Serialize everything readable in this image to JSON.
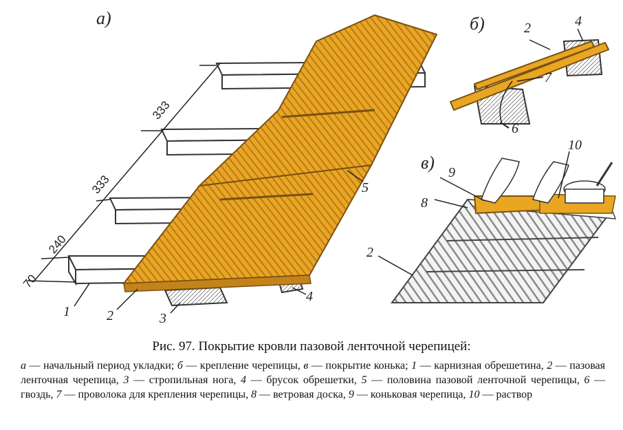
{
  "figure": {
    "panel_labels": {
      "a": "а)",
      "b": "б)",
      "c": "в)"
    },
    "dimensions": [
      "333",
      "333",
      "240",
      "70"
    ],
    "callouts": {
      "a": [
        "1",
        "2",
        "3",
        "4",
        "5"
      ],
      "b": [
        "2",
        "4",
        "7",
        "6"
      ],
      "c": [
        "9",
        "10",
        "8",
        "2"
      ]
    },
    "colors": {
      "tile": "#E8A623",
      "tile_dark": "#C4831A",
      "ink": "#333333",
      "wood": "#ffffff"
    }
  },
  "caption": {
    "title": "Рис. 97. Покрытие кровли пазовой ленточной черепицей:",
    "items": [
      {
        "key": "а",
        "text": " — начальный период укладки; "
      },
      {
        "key": "б",
        "text": " — крепление черепицы, "
      },
      {
        "key": "в",
        "text": " — покрытие конька; "
      },
      {
        "key": "1",
        "text": " — карнизная обрешетина, "
      },
      {
        "key": "2",
        "text": " — пазовая ленточная черепица, "
      },
      {
        "key": "3",
        "text": " — стропильная нога, "
      },
      {
        "key": "4",
        "text": " — брусок обрешетки, "
      },
      {
        "key": "5",
        "text": " — половина пазовой ленточной черепицы, "
      },
      {
        "key": "6",
        "text": " — гвоздь, "
      },
      {
        "key": "7",
        "text": " — проволока для крепления черепицы, "
      },
      {
        "key": "8",
        "text": " — ветровая доска, "
      },
      {
        "key": "9",
        "text": " — коньковая черепица, "
      },
      {
        "key": "10",
        "text": " — раствор"
      }
    ]
  }
}
